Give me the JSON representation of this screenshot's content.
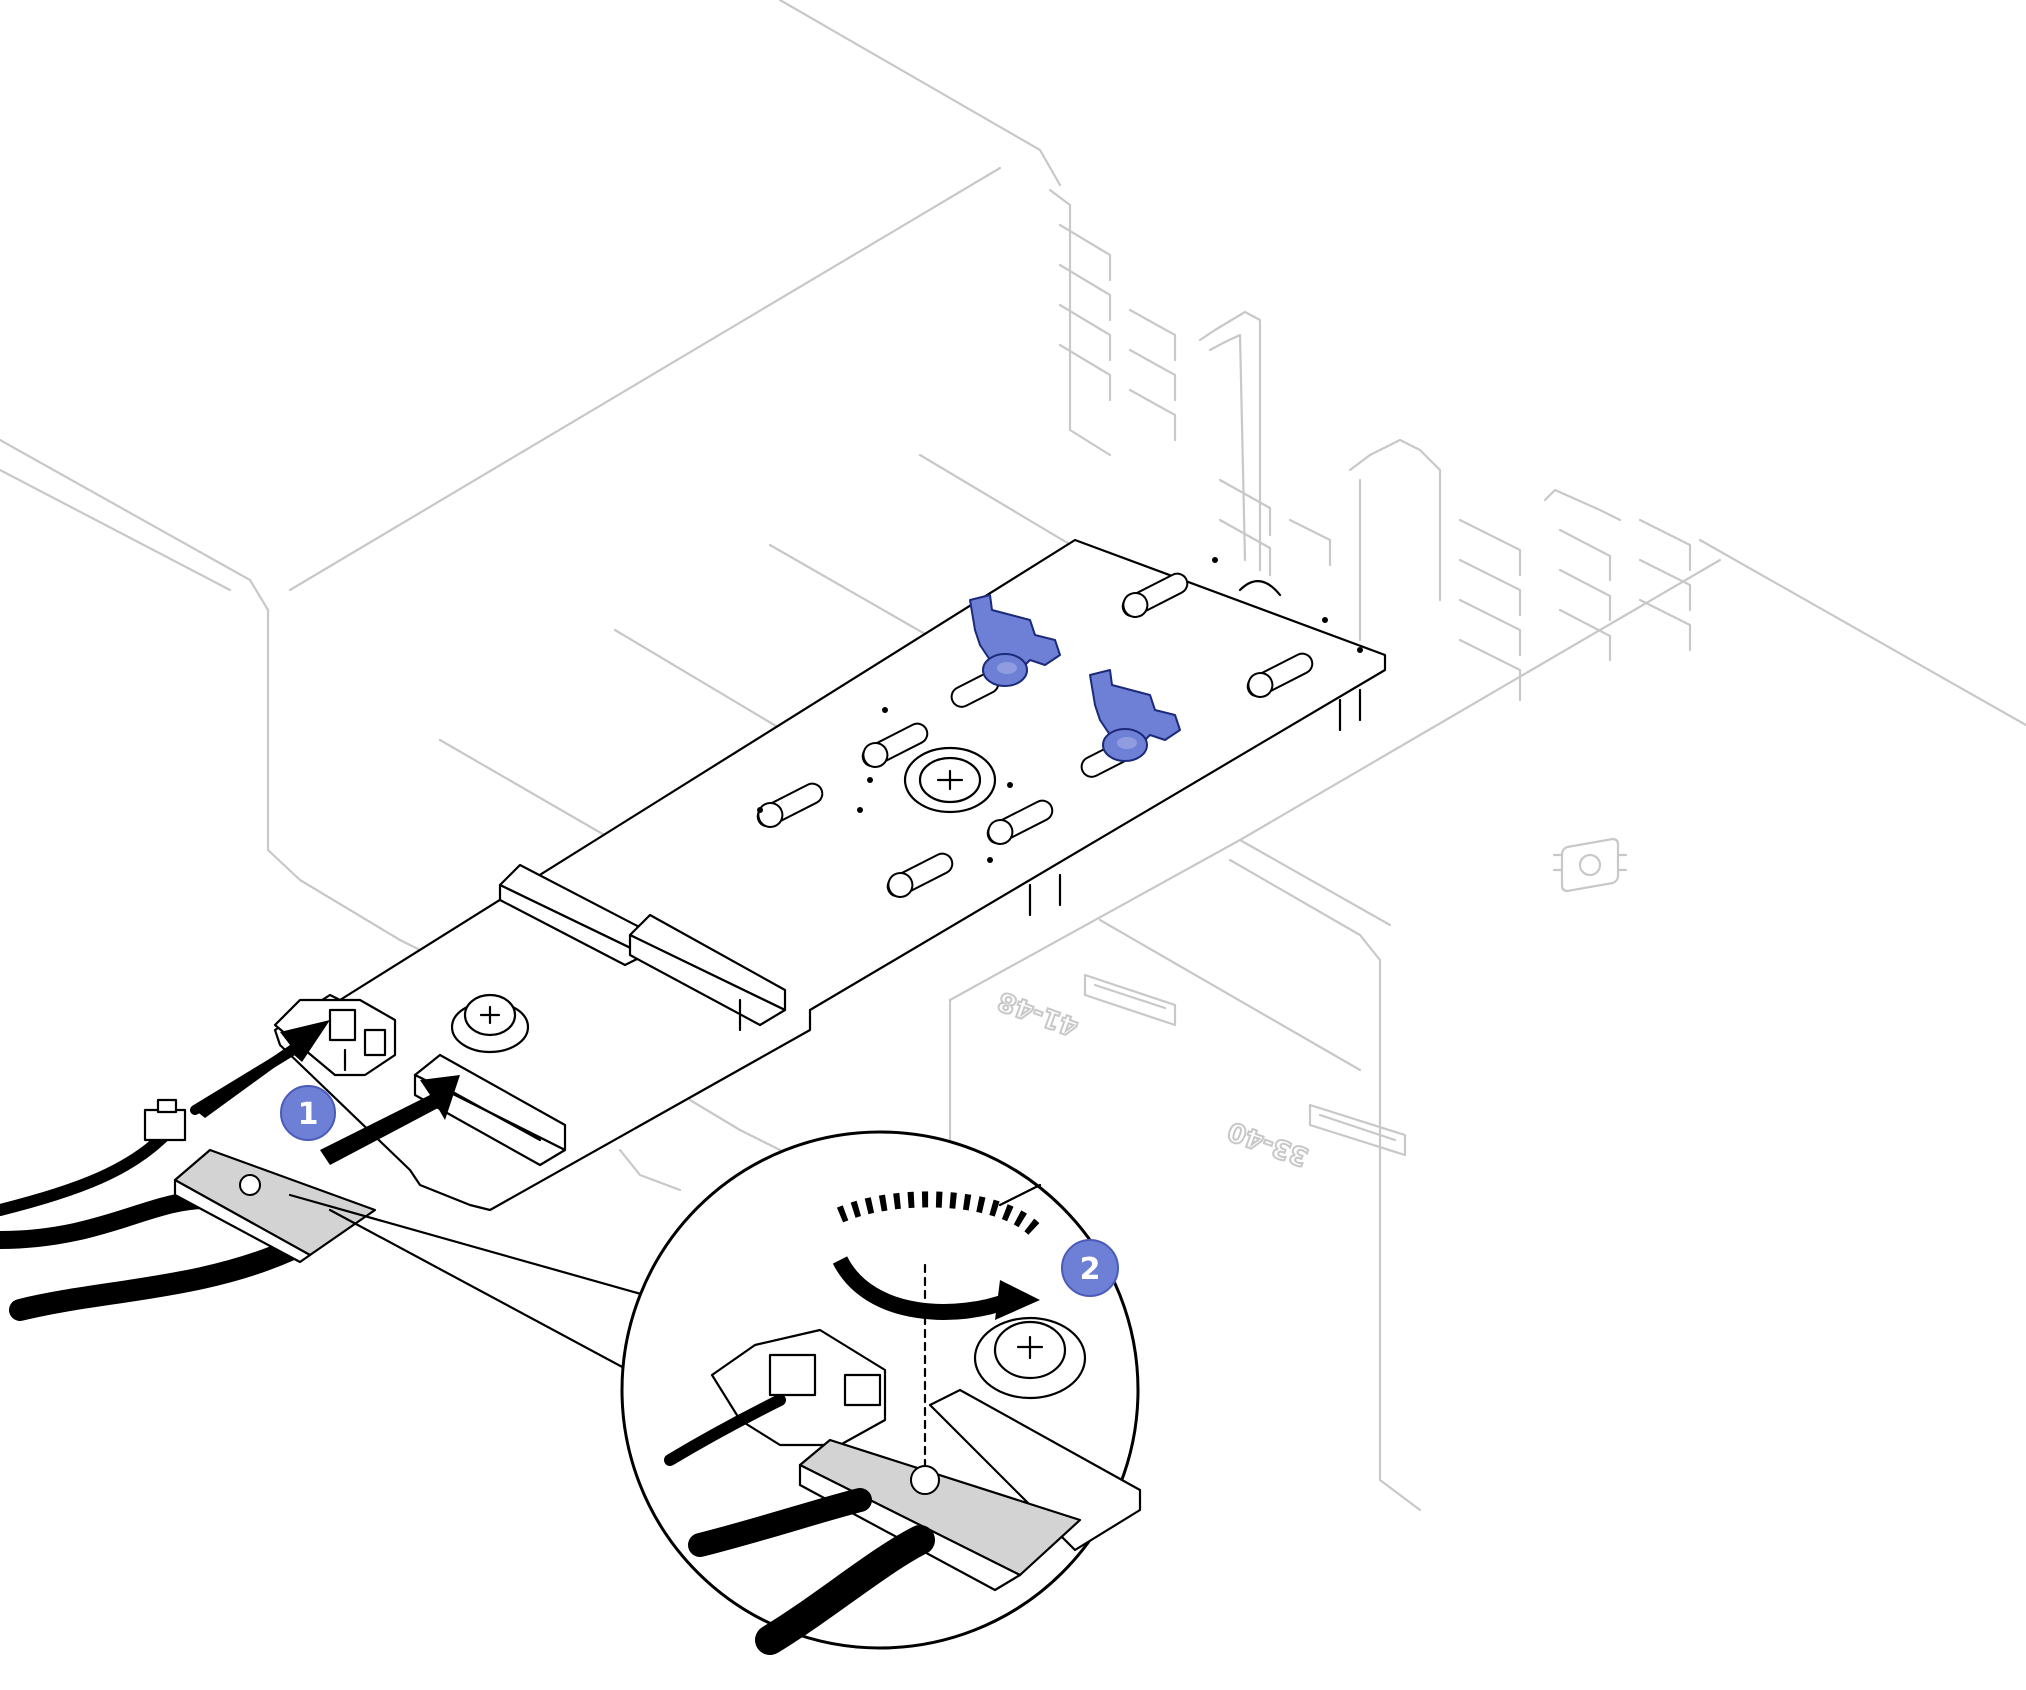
{
  "steps": [
    {
      "number": "1"
    },
    {
      "number": "2"
    }
  ],
  "silkscreen": {
    "dimm_slot_label_upper": "41-48",
    "dimm_slot_label_lower": "33-40"
  },
  "colors": {
    "callout_fill": "#6e7fd6",
    "latch_fill": "#6e7fd6",
    "chassis_line": "#c8c8c8",
    "component_line": "#000000",
    "signal_bracket": "#d3d3d3"
  },
  "icons": [
    "processor-icon",
    "dimm-icon",
    "screw-icon",
    "arrow-icon",
    "rotate-arrow-icon"
  ]
}
